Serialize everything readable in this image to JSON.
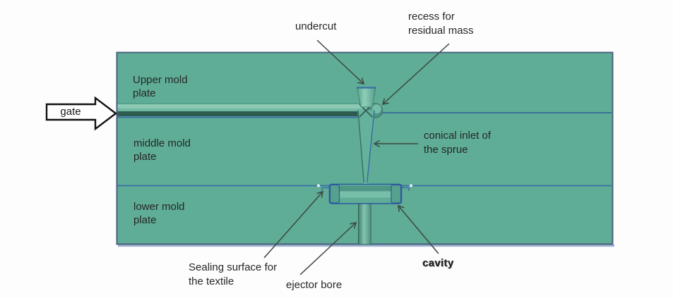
{
  "colors": {
    "background": "#fdfdfd",
    "mold_fill": "#5fad96",
    "mold_border": "#4a617e",
    "parting_line": "#3b6ea5",
    "runner_highlight": "#8ccab4",
    "runner_mid": "#6fb8a2",
    "runner_shadow": "#2e5b4f",
    "cavity_outline": "#2d5a9e",
    "cup_fill": "#7ebfa9",
    "arrow_color": "#3c473f",
    "text_color": "#262626",
    "gate_arrow_fill": "#ffffff",
    "gate_arrow_border": "#111111",
    "block_shadow": "#8ea4c8"
  },
  "labels": {
    "gate": "gate",
    "upper_plate": "Upper mold\nplate",
    "middle_plate": "middle mold\nplate",
    "lower_plate": "lower mold\nplate",
    "undercut": "undercut",
    "recess": "recess for\nresidual mass",
    "conical_inlet": "conical inlet of\nthe sprue",
    "sealing_surface": "Sealing surface for\nthe textile",
    "ejector_bore": "ejector bore",
    "cavity": "cavity"
  }
}
